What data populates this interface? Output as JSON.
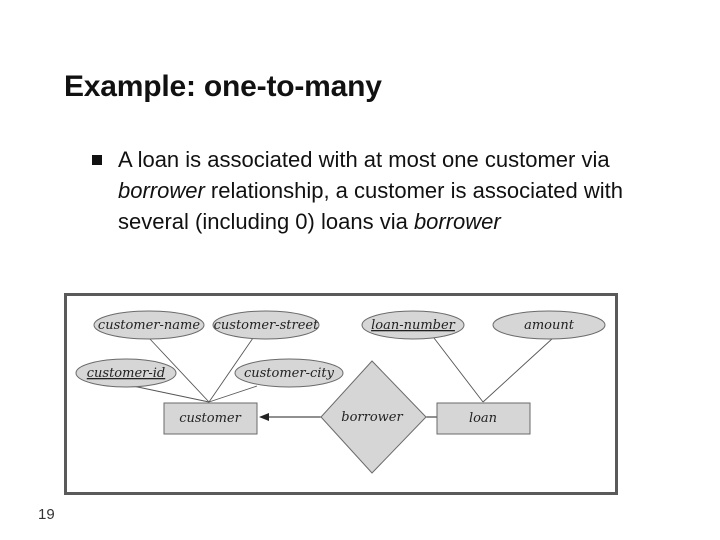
{
  "slide": {
    "title": "Example: one-to-many",
    "bullet": {
      "part1": "A loan is associated with at most one customer via ",
      "term1": "borrower",
      "part2": " relationship, a customer is associated with several (including 0) loans via ",
      "term2": "borrower"
    },
    "page_number": "19"
  },
  "diagram": {
    "entities": [
      {
        "id": "customer",
        "label": "customer"
      },
      {
        "id": "loan",
        "label": "loan"
      }
    ],
    "relationship": {
      "id": "borrower",
      "label": "borrower"
    },
    "attributes": [
      {
        "id": "customer-name",
        "label": "customer-name",
        "entity": "customer"
      },
      {
        "id": "customer-street",
        "label": "customer-street",
        "entity": "customer"
      },
      {
        "id": "customer-id",
        "label": "customer-id",
        "entity": "customer",
        "primary_key": true
      },
      {
        "id": "customer-city",
        "label": "customer-city",
        "entity": "customer"
      },
      {
        "id": "loan-number",
        "label": "loan-number",
        "entity": "loan",
        "primary_key": true
      },
      {
        "id": "amount",
        "label": "amount",
        "entity": "loan"
      }
    ],
    "edges": [
      {
        "from": "borrower",
        "to": "customer",
        "arrow": true
      },
      {
        "from": "borrower",
        "to": "loan",
        "arrow": false
      }
    ],
    "colors": {
      "shape_fill": "#d6d6d6",
      "shape_stroke": "#6a6a6a",
      "frame_border": "#5a5a5a"
    }
  }
}
